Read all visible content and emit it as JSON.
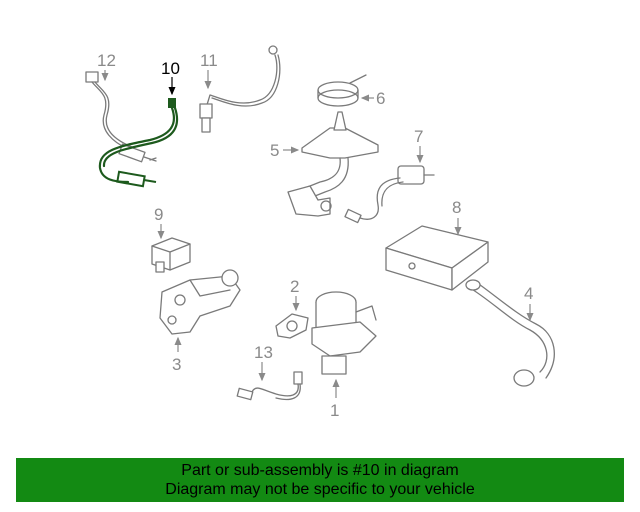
{
  "diagram": {
    "highlighted_part": "10",
    "callouts": [
      "1",
      "2",
      "3",
      "4",
      "5",
      "6",
      "7",
      "8",
      "9",
      "10",
      "11",
      "12",
      "13"
    ],
    "highlight_color": "#1d5a1d"
  },
  "banner": {
    "line1": "Part or sub-assembly is #10 in diagram",
    "line2": "Diagram may not be specific to your vehicle",
    "background": "#138a13"
  }
}
